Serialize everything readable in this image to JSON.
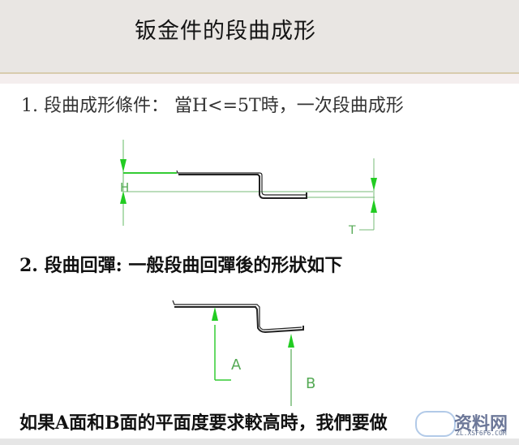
{
  "header": {
    "title": "钣金件的段曲成形"
  },
  "section1": {
    "text": "1. 段曲成形條件： 當H<=5T時，一次段曲成形",
    "diagram": {
      "label_h": "H",
      "label_t": "T"
    }
  },
  "section2": {
    "text": "2. 段曲回彈: 一般段曲回彈後的形狀如下",
    "diagram": {
      "label_a": "A",
      "label_b": "B"
    }
  },
  "section3": {
    "text": "如果A面和B面的平面度要求較高時，我們要做"
  },
  "watermark": {
    "text": "资料网",
    "sub": "ZL.XSF6F6.COM"
  },
  "colors": {
    "dimension": "#33cc33",
    "part": "#222222",
    "header_bg": "#e9e6e3"
  }
}
